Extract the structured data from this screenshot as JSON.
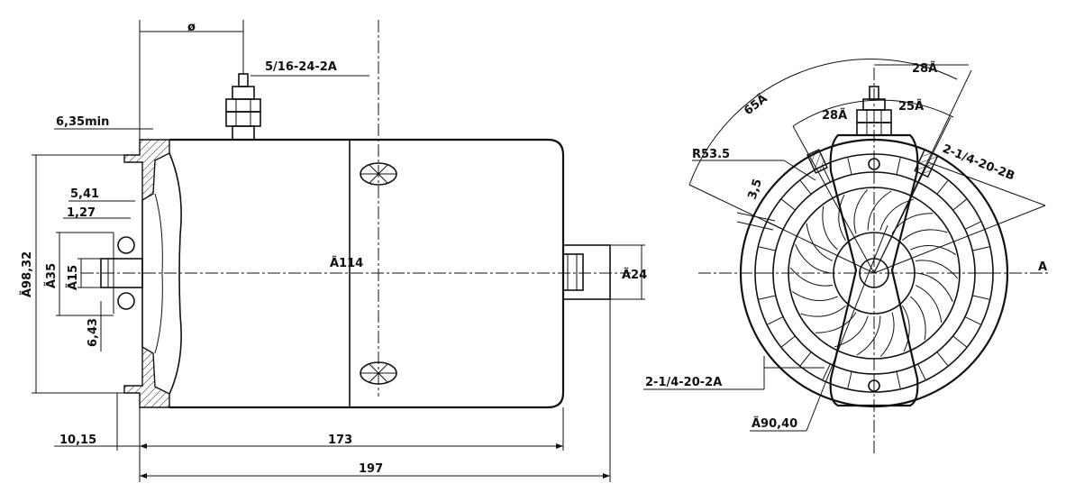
{
  "side_view": {
    "thread_label": "5/16-24-2A",
    "flange_thickness": "6,35min",
    "dim_541": "5,41",
    "dim_127": "1,27",
    "dia_flange": "Ã98,32",
    "dia_35": "Ã35",
    "dia_15": "Ã15",
    "dim_643": "6,43",
    "dia_body": "Ã114",
    "dia_shaft": "Ã24",
    "dim_1015": "10,15",
    "length_173": "173",
    "length_197": "197",
    "top_small": "ø"
  },
  "end_view": {
    "arc_65": "65Ã",
    "angle_28_outer": "28Ã",
    "angle_28_inner": "28Ã",
    "angle_25": "25Ã",
    "radius_label": "R53.5",
    "dim_35": "3,5",
    "thread_b": "2-1/4-20-2B",
    "thread_a": "2-1/4-20-2A",
    "dia_9040": "Ã90,40",
    "axis_letter": "A"
  }
}
